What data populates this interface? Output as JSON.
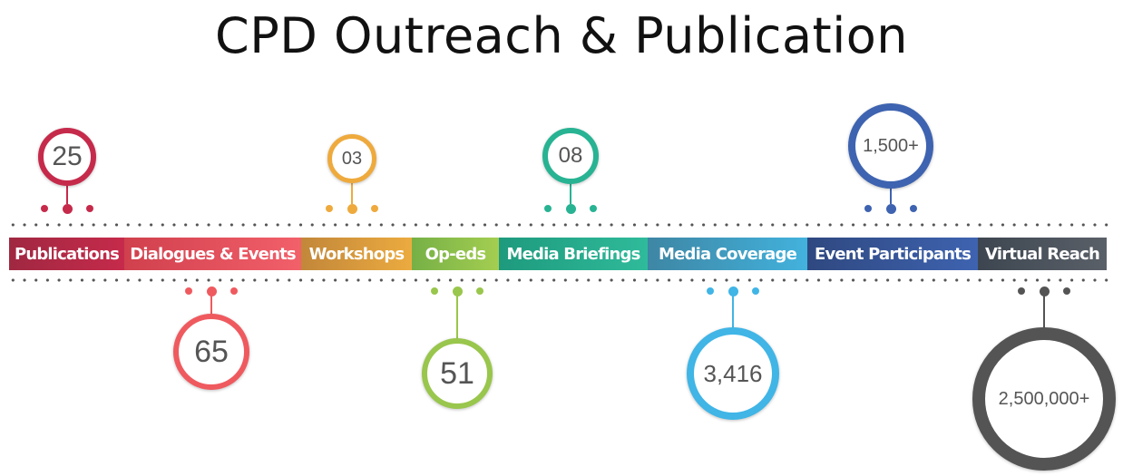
{
  "title": "CPD Outreach & Publication",
  "categories": [
    {
      "label": "Publications",
      "value": "25",
      "position": "above",
      "color": "#c62a4b"
    },
    {
      "label": "Dialogues & Events",
      "value": "65",
      "position": "below",
      "color": "#ef5a5f"
    },
    {
      "label": "Workshops",
      "value": "03",
      "position": "above",
      "color": "#eeaa3d"
    },
    {
      "label": "Op-eds",
      "value": "51",
      "position": "below",
      "color": "#99c64c"
    },
    {
      "label": "Media Briefings",
      "value": "08",
      "position": "above",
      "color": "#28b393"
    },
    {
      "label": "Media Coverage",
      "value": "3,416",
      "position": "below",
      "color": "#40b5e6"
    },
    {
      "label": "Event Participants",
      "value": "1,500+",
      "position": "above",
      "color": "#3e63b0"
    },
    {
      "label": "Virtual Reach",
      "value": "2,500,000+",
      "position": "below",
      "color": "#545454"
    }
  ]
}
